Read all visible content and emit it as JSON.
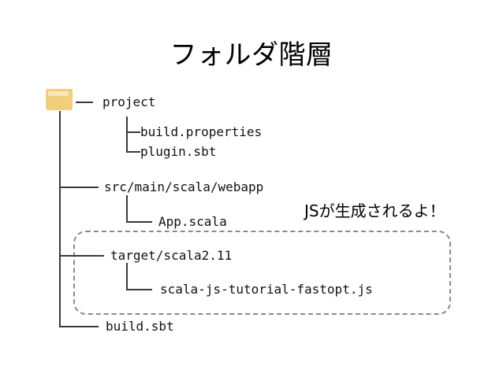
{
  "slide": {
    "title": "フォルダ階層",
    "background_color": "#ffffff",
    "text_color": "#111111",
    "line_color": "#3a3a3a"
  },
  "folder_icon": {
    "name": "folder-icon",
    "body_color": "#f2cd7c",
    "tab_color": "#fbe6b8"
  },
  "tree": {
    "nodes": [
      {
        "label": "project",
        "depth": 0
      },
      {
        "label": "build.properties",
        "depth": 1
      },
      {
        "label": "plugin.sbt",
        "depth": 1
      },
      {
        "label": "src/main/scala/webapp",
        "depth": 0
      },
      {
        "label": "App.scala",
        "depth": 1
      },
      {
        "label": "target/scala2.11",
        "depth": 0
      },
      {
        "label": "scala-js-tutorial-fastopt.js",
        "depth": 1
      },
      {
        "label": "build.sbt",
        "depth": 0
      }
    ]
  },
  "highlight": {
    "border_color": "#8a8a8a",
    "style": "dashed-rounded-rectangle"
  },
  "annotation": {
    "text": "JSが生成されるよ！"
  }
}
